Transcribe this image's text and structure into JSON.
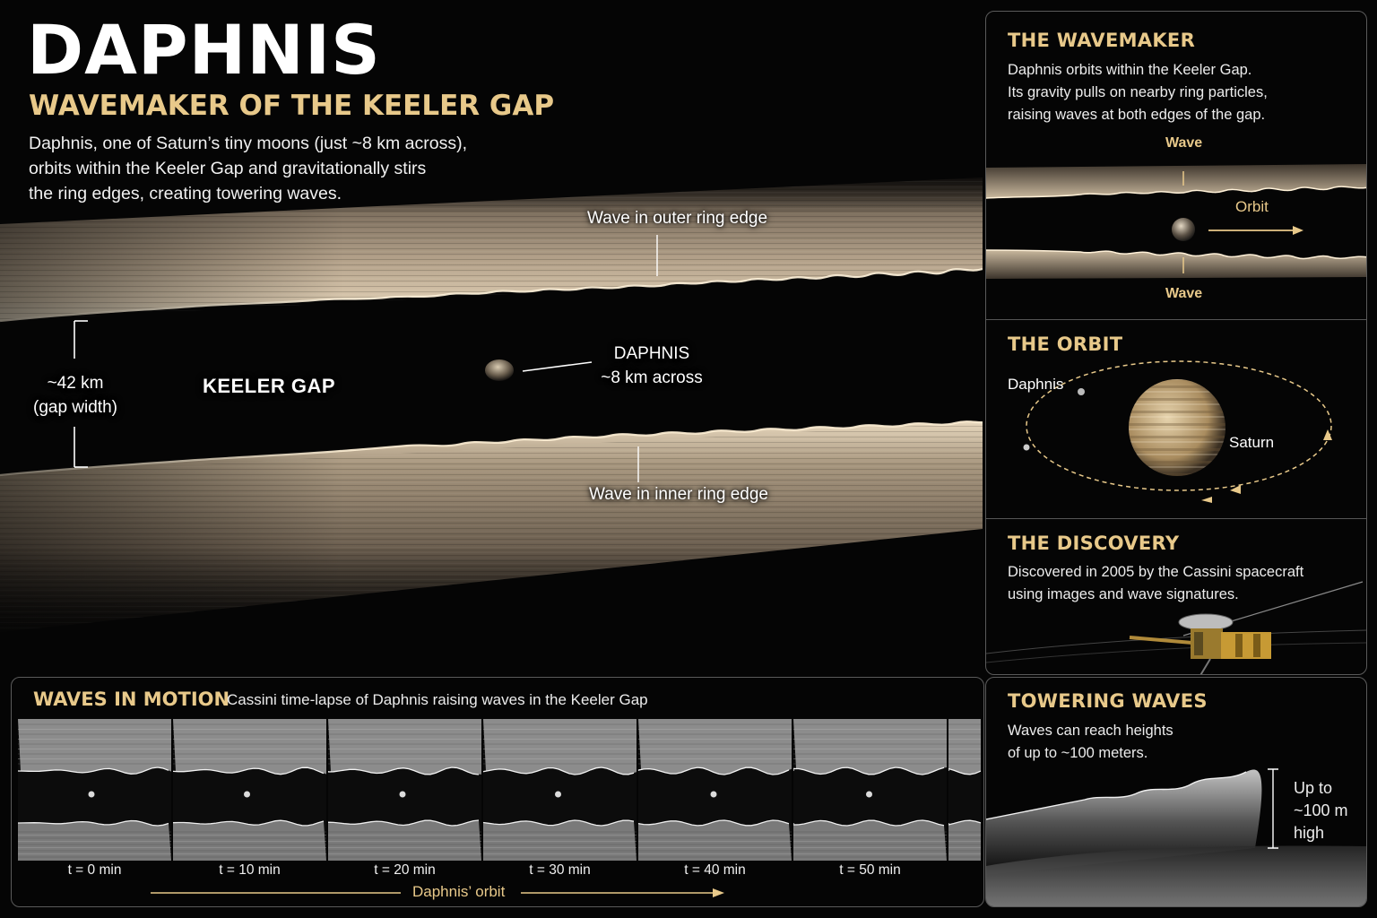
{
  "header": {
    "title": "DAPHNIS",
    "subtitle": "WAVEMAKER OF THE KEELER GAP",
    "intro_lines": [
      "Daphnis, one of Saturn’s tiny moons (just ~8 km across),",
      "orbits within the Keeler Gap and gravitationally stirs",
      "the ring edges, creating towering waves."
    ]
  },
  "main_image": {
    "outer_wave_label": "Wave in outer ring edge",
    "inner_wave_label": "Wave in inner ring edge",
    "gap_label": "KEELER GAP",
    "gap_width_lines": [
      "~42 km",
      "(gap width)"
    ],
    "moon_name": "DAPHNIS",
    "moon_size": "~8 km across"
  },
  "panels": {
    "wavemaker": {
      "title": "THE WAVEMAKER",
      "text_lines": [
        "Daphnis orbits within the Keeler Gap.",
        "Its gravity pulls on nearby ring particles,",
        "raising waves at both edges of the gap."
      ],
      "wave_top_label": "Wave",
      "wave_bottom_label": "Wave",
      "orbit_label": "Orbit"
    },
    "orbit": {
      "title": "THE ORBIT",
      "daphnis_label": "Daphnis",
      "saturn_label": "Saturn"
    },
    "discovery": {
      "title": "THE DISCOVERY",
      "text_lines": [
        "Discovered in 2005 by the Cassini spacecraft",
        "using images and wave signatures."
      ]
    },
    "towering": {
      "title": "TOWERING WAVES",
      "text_lines": [
        "Waves can reach heights",
        "of up to ~100 meters."
      ],
      "height_lines": [
        "Up to",
        "~100 m",
        "high"
      ]
    }
  },
  "motion": {
    "title": "WAVES IN MOTION",
    "subtitle": "Cassini time-lapse of Daphnis raising waves in the Keeler Gap",
    "frames": [
      {
        "label": "t = 0 min"
      },
      {
        "label": "t = 10 min"
      },
      {
        "label": "t = 20 min"
      },
      {
        "label": "t = 30 min"
      },
      {
        "label": "t = 40 min"
      },
      {
        "label": "t = 50 min"
      }
    ],
    "orbit_label": "Daphnis’ orbit"
  },
  "colors": {
    "accent": "#e8c98a",
    "background": "#050505",
    "ring": "#b8a58a"
  }
}
